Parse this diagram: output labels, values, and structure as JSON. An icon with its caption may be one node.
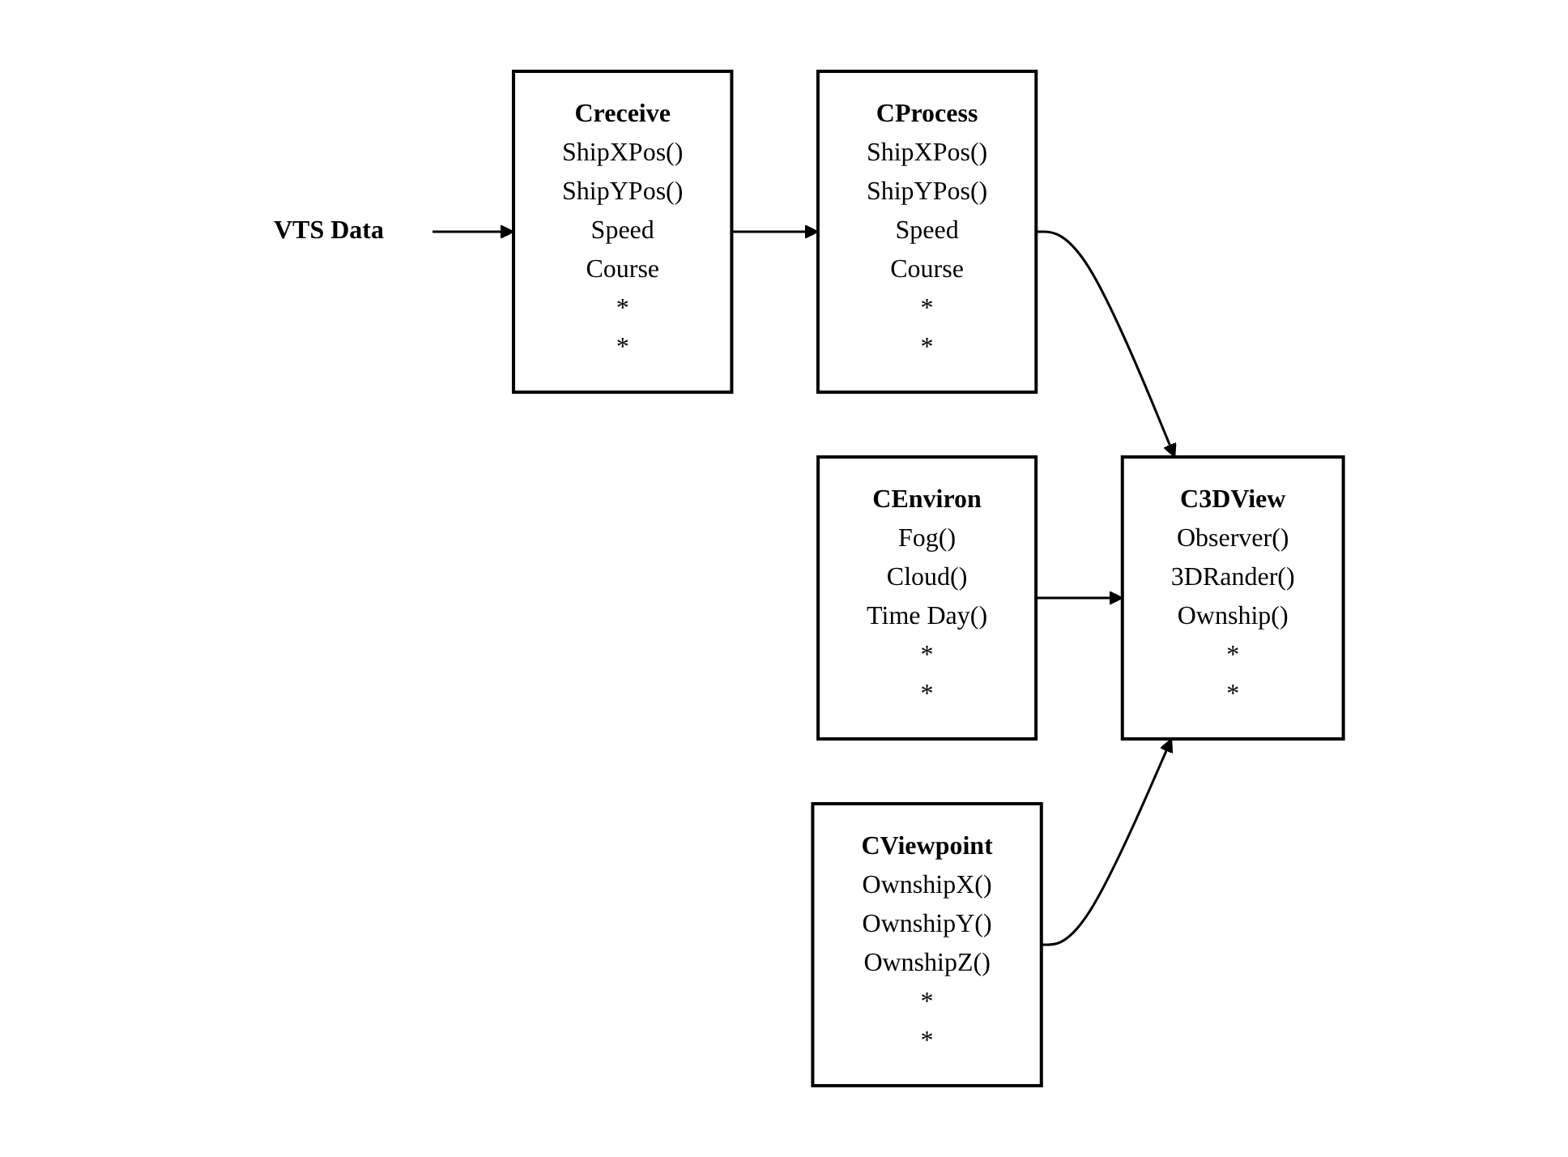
{
  "diagram": {
    "nodes": [
      {
        "text": [
          "VTS Data"
        ]
      },
      {
        "text": [
          "Creceive",
          "ShipXPos()",
          "ShipYPos()",
          "Speed",
          "Course",
          "*",
          "*"
        ]
      },
      {
        "text": [
          "CProcess",
          "ShipXPos()",
          "ShipYPos()",
          "Speed",
          "Course",
          "*",
          "*"
        ]
      },
      {
        "text": [
          "C3DView",
          "Observer()",
          "3DRander()",
          "Ownship()",
          "*",
          "*"
        ]
      },
      {
        "text": [
          "CEnviron",
          "Fog()",
          "Cloud()",
          "Time Day()",
          "*",
          "*"
        ]
      },
      {
        "text": [
          "CViewpoint",
          "OwnshipX()",
          "OwnshipY()",
          "OwnshipZ()",
          "*",
          "*"
        ]
      }
    ],
    "edges": [
      {
        "from": 0,
        "to": 1,
        "arrow": "to"
      },
      {
        "from": 1,
        "to": 2,
        "arrow": "to"
      },
      {
        "from": 2,
        "to": 3,
        "arrow": "to"
      },
      {
        "from": 4,
        "to": 3,
        "arrow": "to"
      },
      {
        "from": 5,
        "to": 3,
        "arrow": "to"
      }
    ]
  }
}
